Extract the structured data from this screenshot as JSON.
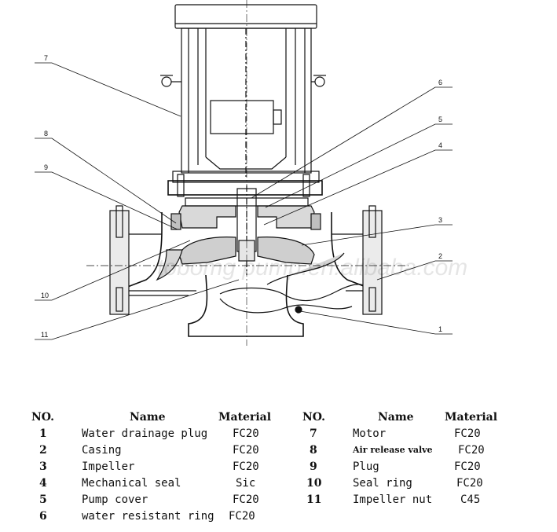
{
  "callouts": [
    {
      "id": "7",
      "label": "7"
    },
    {
      "id": "6",
      "label": "6"
    },
    {
      "id": "5",
      "label": "5"
    },
    {
      "id": "4",
      "label": "4"
    },
    {
      "id": "8",
      "label": "8"
    },
    {
      "id": "9",
      "label": "9"
    },
    {
      "id": "3",
      "label": "3"
    },
    {
      "id": "2",
      "label": "2"
    },
    {
      "id": "10",
      "label": "10"
    },
    {
      "id": "1",
      "label": "1"
    },
    {
      "id": "11",
      "label": "11"
    }
  ],
  "watermark": "tobomg pump.en.alibaba.com",
  "table": {
    "headers": {
      "no": "NO.",
      "name": "Name",
      "material": "Material"
    },
    "left": [
      {
        "no": "1",
        "name": "Water drainage plug",
        "material": "FC20"
      },
      {
        "no": "2",
        "name": "Casing",
        "material": "FC20"
      },
      {
        "no": "3",
        "name": "Impeller",
        "material": "FC20"
      },
      {
        "no": "4",
        "name": "Mechanical seal",
        "material": "Sic"
      },
      {
        "no": "5",
        "name": "Pump cover",
        "material": "FC20"
      },
      {
        "no": "6",
        "name": "water resistant ring",
        "material": "FC20"
      }
    ],
    "right": [
      {
        "no": "7",
        "name": "Motor",
        "material": "FC20"
      },
      {
        "no": "8",
        "name": "Air release valve",
        "material": "FC20"
      },
      {
        "no": "9",
        "name": "Plug",
        "material": "FC20"
      },
      {
        "no": "10",
        "name": "Seal ring",
        "material": "FC20"
      },
      {
        "no": "11",
        "name": "Impeller nut",
        "material": "C45"
      }
    ]
  }
}
